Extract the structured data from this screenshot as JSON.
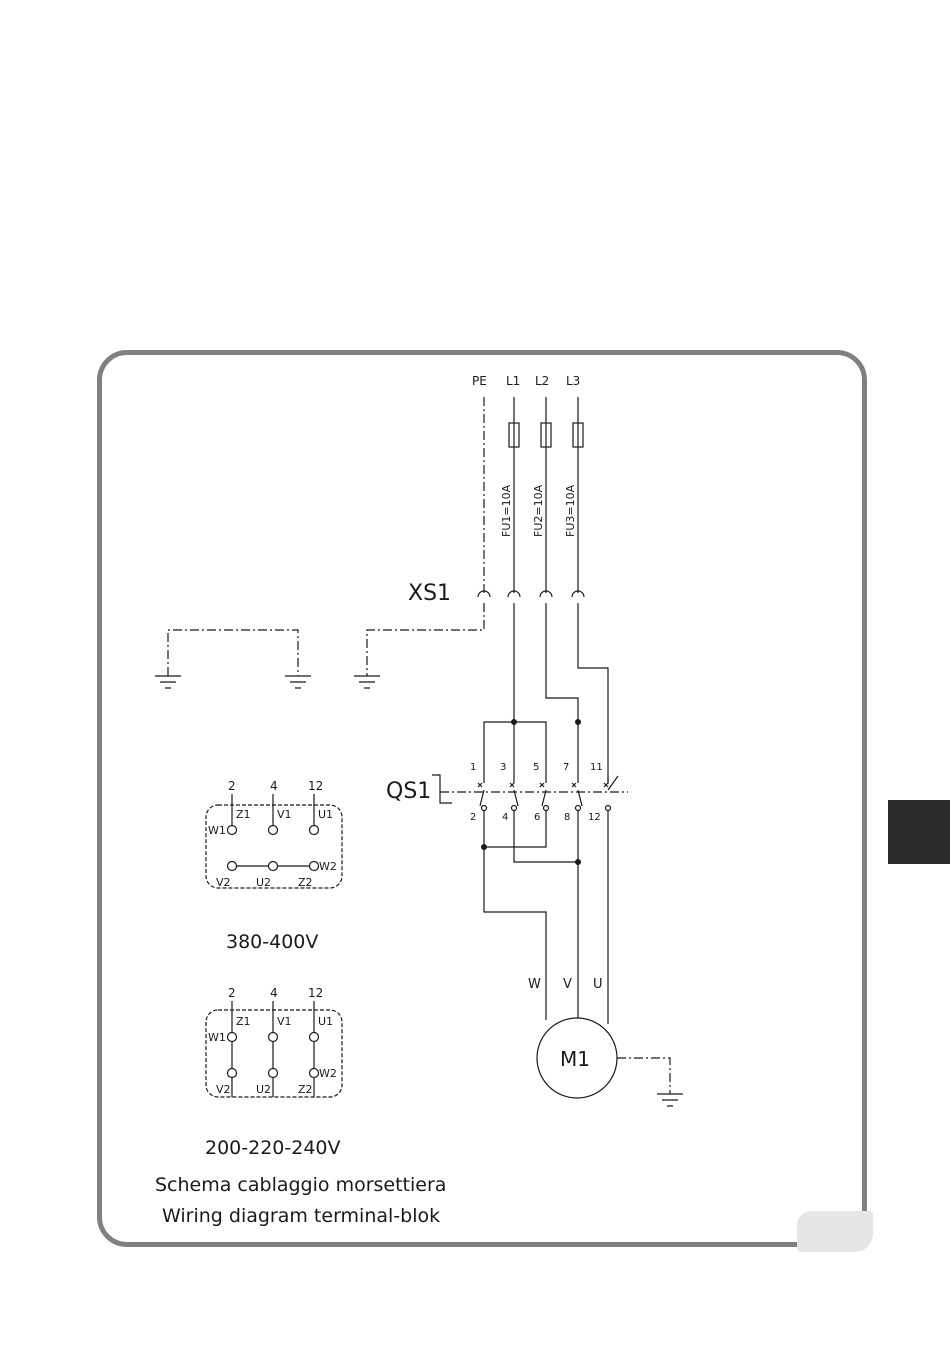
{
  "supply": {
    "labels": [
      "PE",
      "L1",
      "L2",
      "L3"
    ]
  },
  "fuses": [
    "FU1=10A",
    "FU2=10A",
    "FU3=10A"
  ],
  "connector": {
    "label": "XS1"
  },
  "switch": {
    "label": "QS1",
    "top_terminals": [
      "1",
      "3",
      "5",
      "7",
      "11"
    ],
    "bottom_terminals": [
      "2",
      "4",
      "6",
      "8",
      "12"
    ]
  },
  "motor": {
    "label": "M1",
    "phases": [
      "W",
      "V",
      "U"
    ]
  },
  "terminal_block_high": {
    "top_numbers": [
      "2",
      "4",
      "12"
    ],
    "top_labels": [
      "Z1",
      "V1",
      "U1"
    ],
    "left_label": "W1",
    "right_label": "W2",
    "bottom_labels": [
      "V2",
      "U2",
      "Z2"
    ],
    "voltage": "380-400V"
  },
  "terminal_block_low": {
    "top_numbers": [
      "2",
      "4",
      "12"
    ],
    "top_labels": [
      "Z1",
      "V1",
      "U1"
    ],
    "left_label": "W1",
    "right_label": "W2",
    "bottom_labels": [
      "V2",
      "U2",
      "Z2"
    ],
    "voltage": "200-220-240V"
  },
  "caption": {
    "line1": "Schema cablaggio morsettiera",
    "line2": "Wiring diagram terminal-blok"
  }
}
